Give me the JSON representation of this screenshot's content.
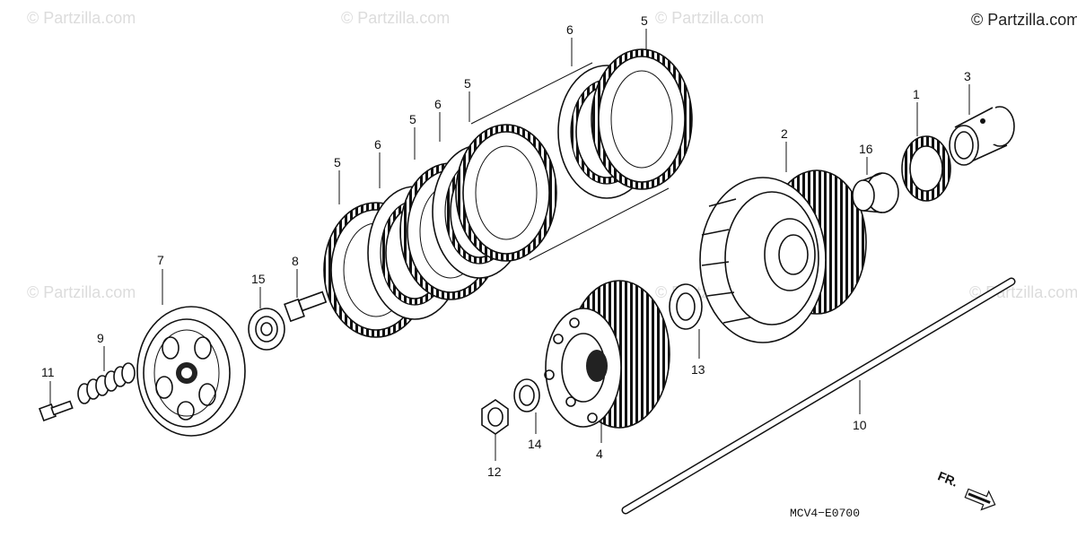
{
  "watermark": "© Partzilla.com",
  "copyright": "© Partzilla.com",
  "diagram_code": "MCV4−E0700",
  "direction_label": "FR.",
  "callouts": [
    "11",
    "9",
    "7",
    "15",
    "8",
    "5",
    "6",
    "5",
    "6",
    "5",
    "6",
    "5",
    "2",
    "16",
    "1",
    "3",
    "13",
    "4",
    "14",
    "12",
    "10"
  ]
}
